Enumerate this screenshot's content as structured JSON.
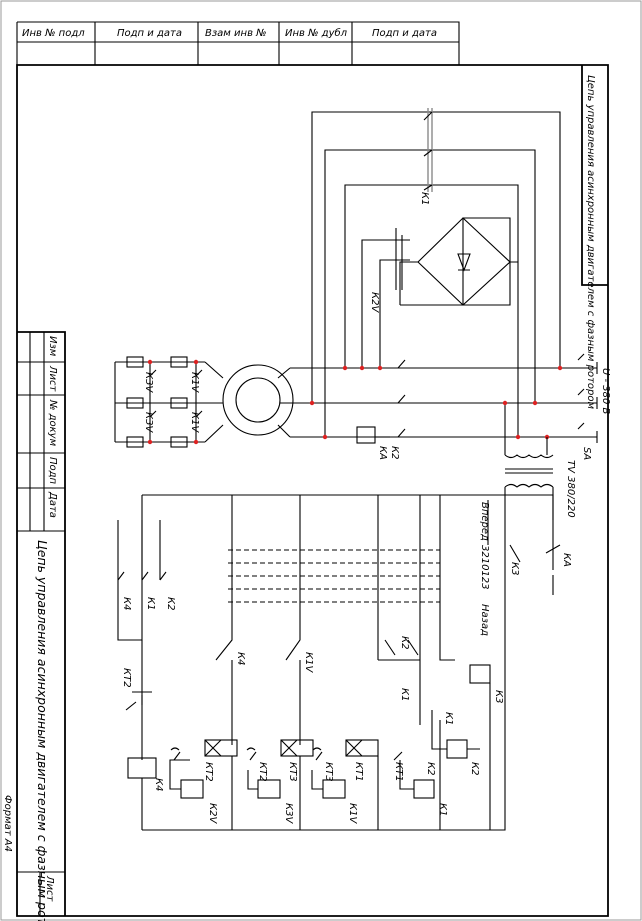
{
  "stamp": {
    "inv_podl": "Инв № подл",
    "podp_data_1": "Подп и дата",
    "vzam_inv": "Взам инв №",
    "inv_dubl": "Инв № дубл",
    "podp_data_2": "Подп и дата"
  },
  "purpose": "Цепь управления асинхронным двигателем с фазным ротором",
  "title": "Цепь управления асинхронным двигателем с фазным ротором",
  "title_block": {
    "izm": "Изм",
    "list": "Лист",
    "n_dokum": "№ докум",
    "podp": "Подп",
    "data": "Дата",
    "list_right": "Лист"
  },
  "format": "Формат А4",
  "labels": {
    "k1_top": "К1",
    "k2v": "К2V",
    "k3v_a": "К3V",
    "k3v_b": "К3V",
    "k1v_a": "К1V",
    "k1v_b": "К1V",
    "k2": "К2",
    "ka": "КА",
    "u_380": "U - 380 В",
    "sa": "SA",
    "tv": "TV 380/220",
    "vpered": "Вперед",
    "switch_numbers": "3210123",
    "nazad": "Назад",
    "k3_sw": "К3",
    "ka_contact": "КА",
    "k4_c": "К4",
    "k1_c": "К1",
    "k2_c": "К2",
    "kt2_c": "КТ2",
    "k4_row": "К4",
    "k1v_row": "К1V",
    "k2_row": "К2",
    "k1_row": "К1",
    "k3_coil": "К3",
    "k4_coil": "К4",
    "kt2_coil": "КТ2",
    "k2v_coil": "К2V",
    "kt2_b": "КТ2",
    "kt3_a": "КТ3",
    "k3v_coil": "К3V",
    "kt3_b": "КТ3",
    "kt1_a": "КТ1",
    "k1v_coil": "К1V",
    "kt1_b": "КТ1",
    "k2_b": "К2",
    "k1_coil": "К1",
    "k1_nc": "К1",
    "k2_coil": "К2"
  }
}
